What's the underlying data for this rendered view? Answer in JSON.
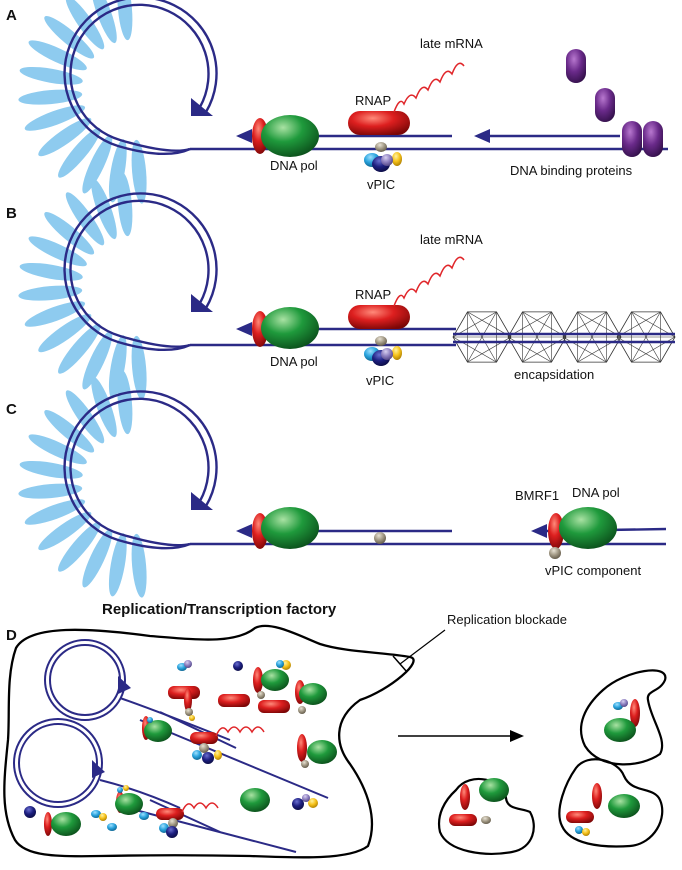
{
  "panels": {
    "a": {
      "letter": "A",
      "labels": {
        "late_mrna": "late mRNA",
        "rnap": "RNAP",
        "dna_pol": "DNA pol",
        "vpic": "vPIC",
        "dna_binding_proteins": "DNA binding proteins"
      }
    },
    "b": {
      "letter": "B",
      "labels": {
        "late_mrna": "late mRNA",
        "rnap": "RNAP",
        "dna_pol": "DNA pol",
        "vpic": "vPIC",
        "encapsidation": "encapsidation"
      }
    },
    "c": {
      "letter": "C",
      "labels": {
        "bmrf1": "BMRF1",
        "dna_pol": "DNA pol",
        "vpic_component": "vPIC component"
      }
    },
    "d": {
      "letter": "D",
      "labels": {
        "factory": "Replication/Transcription factory",
        "blockade": "Replication blockade"
      }
    }
  },
  "colors": {
    "dna": "#2b2a86",
    "rna": "#e0262a",
    "rnap": "#d41a1a",
    "dna_pol": "#1e8f3a",
    "ribbon": "#8ecbef",
    "binding_protein": "#6a2a8a",
    "vpic_navy": "#1d1f80",
    "vpic_cyan": "#29a3dd",
    "vpic_yellow": "#f6c21a",
    "vpic_grey": "#a39a86"
  }
}
